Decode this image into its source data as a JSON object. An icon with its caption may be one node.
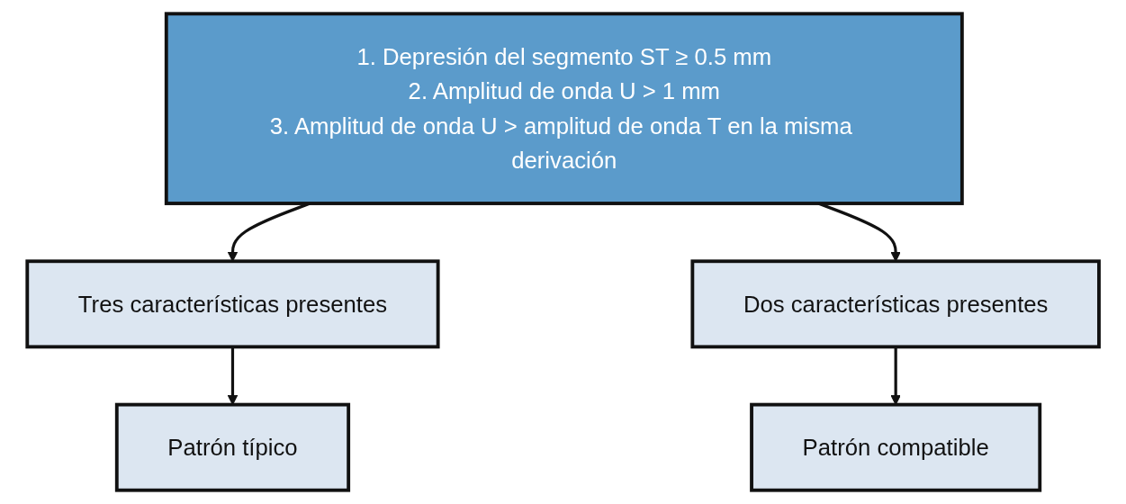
{
  "diagram": {
    "nodes": [
      {
        "text": [
          "1. Depresión del segmento ST ≥ 0.5 mm",
          "2. Amplitud de onda U > 1 mm",
          "3. Amplitud de onda U > amplitud de onda T en la misma derivación"
        ]
      },
      {
        "text": [
          "Tres características presentes"
        ]
      },
      {
        "text": [
          "Dos características presentes"
        ]
      },
      {
        "text": [
          "Patrón típico"
        ]
      },
      {
        "text": [
          "Patrón compatible"
        ]
      }
    ],
    "edges": [
      {
        "from": 0,
        "to": 1,
        "arrow": "to"
      },
      {
        "from": 0,
        "to": 2,
        "arrow": "to"
      },
      {
        "from": 1,
        "to": 3,
        "arrow": "to"
      },
      {
        "from": 2,
        "to": 4,
        "arrow": "to"
      }
    ]
  }
}
